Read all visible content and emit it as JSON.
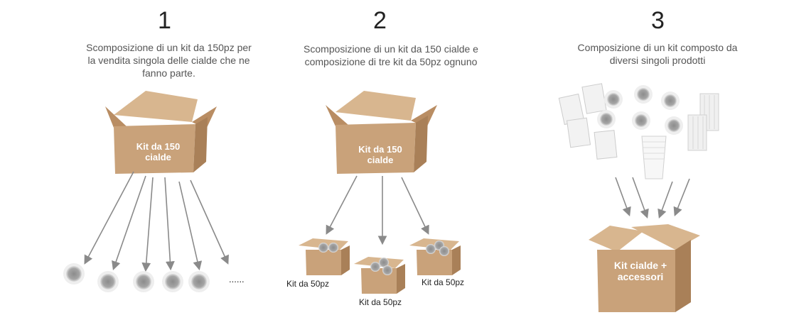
{
  "steps": [
    {
      "number": "1",
      "text": "Scomposizione di un kit  da 150pz per la vendita singola delle cialde che ne fanno parte.",
      "box_label": "Kit da 150 cialde",
      "ellipsis": "......"
    },
    {
      "number": "2",
      "text": "Scomposizione di un kit da 150 cialde e composizione di tre kit da 50pz ognuno",
      "box_label": "Kit da 150 cialde",
      "small_kits": [
        "Kit da 50pz",
        "Kit da 50pz",
        "Kit da 50pz"
      ]
    },
    {
      "number": "3",
      "text": "Composizione di un kit composto da diversi singoli prodotti",
      "box_label": "Kit cialde + accessori"
    }
  ],
  "colors": {
    "box": "#c9a27a",
    "box_dark": "#a98058",
    "arrow": "#8a8a8a",
    "pod": "#9b9b9b"
  }
}
